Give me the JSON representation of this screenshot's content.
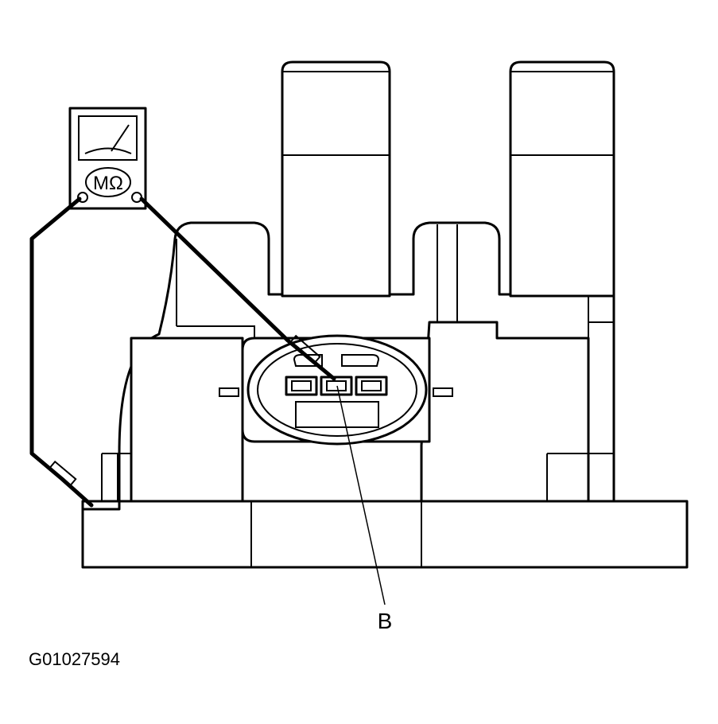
{
  "meter": {
    "unit_label": "MΩ"
  },
  "callouts": {
    "terminal_b": "B"
  },
  "figure_id": "G01027594",
  "colors": {
    "ink": "#000000",
    "paper": "#ffffff"
  }
}
